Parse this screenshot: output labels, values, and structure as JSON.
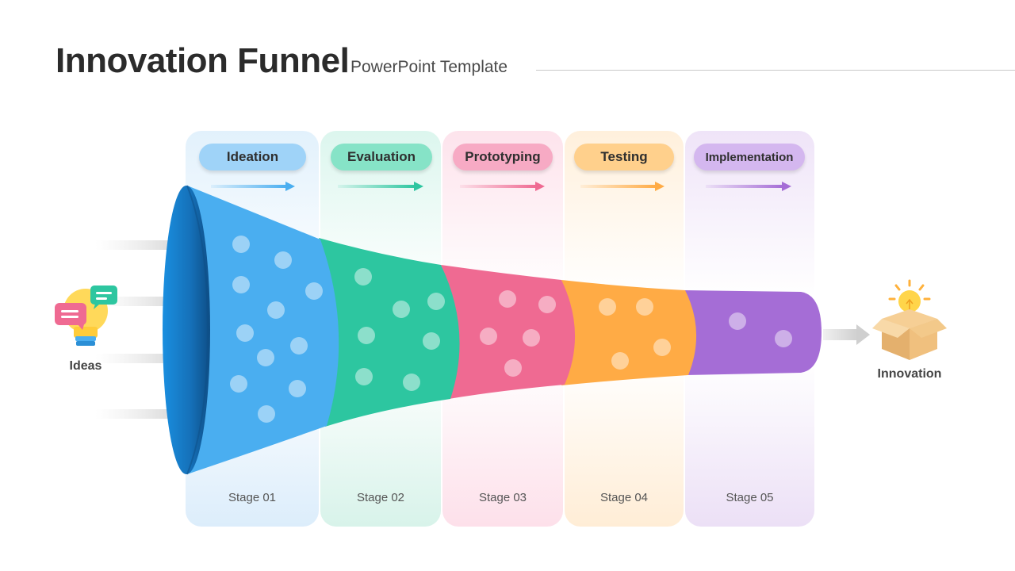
{
  "header": {
    "title": "Innovation Funnel",
    "subtitle": "PowerPoint Template"
  },
  "stages": [
    {
      "name": "Ideation",
      "label": "Stage 01",
      "color": "#4aaef0"
    },
    {
      "name": "Evaluation",
      "label": "Stage 02",
      "color": "#2dc6a0"
    },
    {
      "name": "Prototyping",
      "label": "Stage 03",
      "color": "#ef6a92"
    },
    {
      "name": "Testing",
      "label": "Stage 04",
      "color": "#ffab45"
    },
    {
      "name": "Implementation",
      "label": "Stage 05",
      "color": "#a56dd6"
    }
  ],
  "input_label": "Ideas",
  "output_label": "Innovation",
  "icons": {
    "input": "idea-bulb-chat-icon",
    "output": "bulb-in-box-icon"
  }
}
